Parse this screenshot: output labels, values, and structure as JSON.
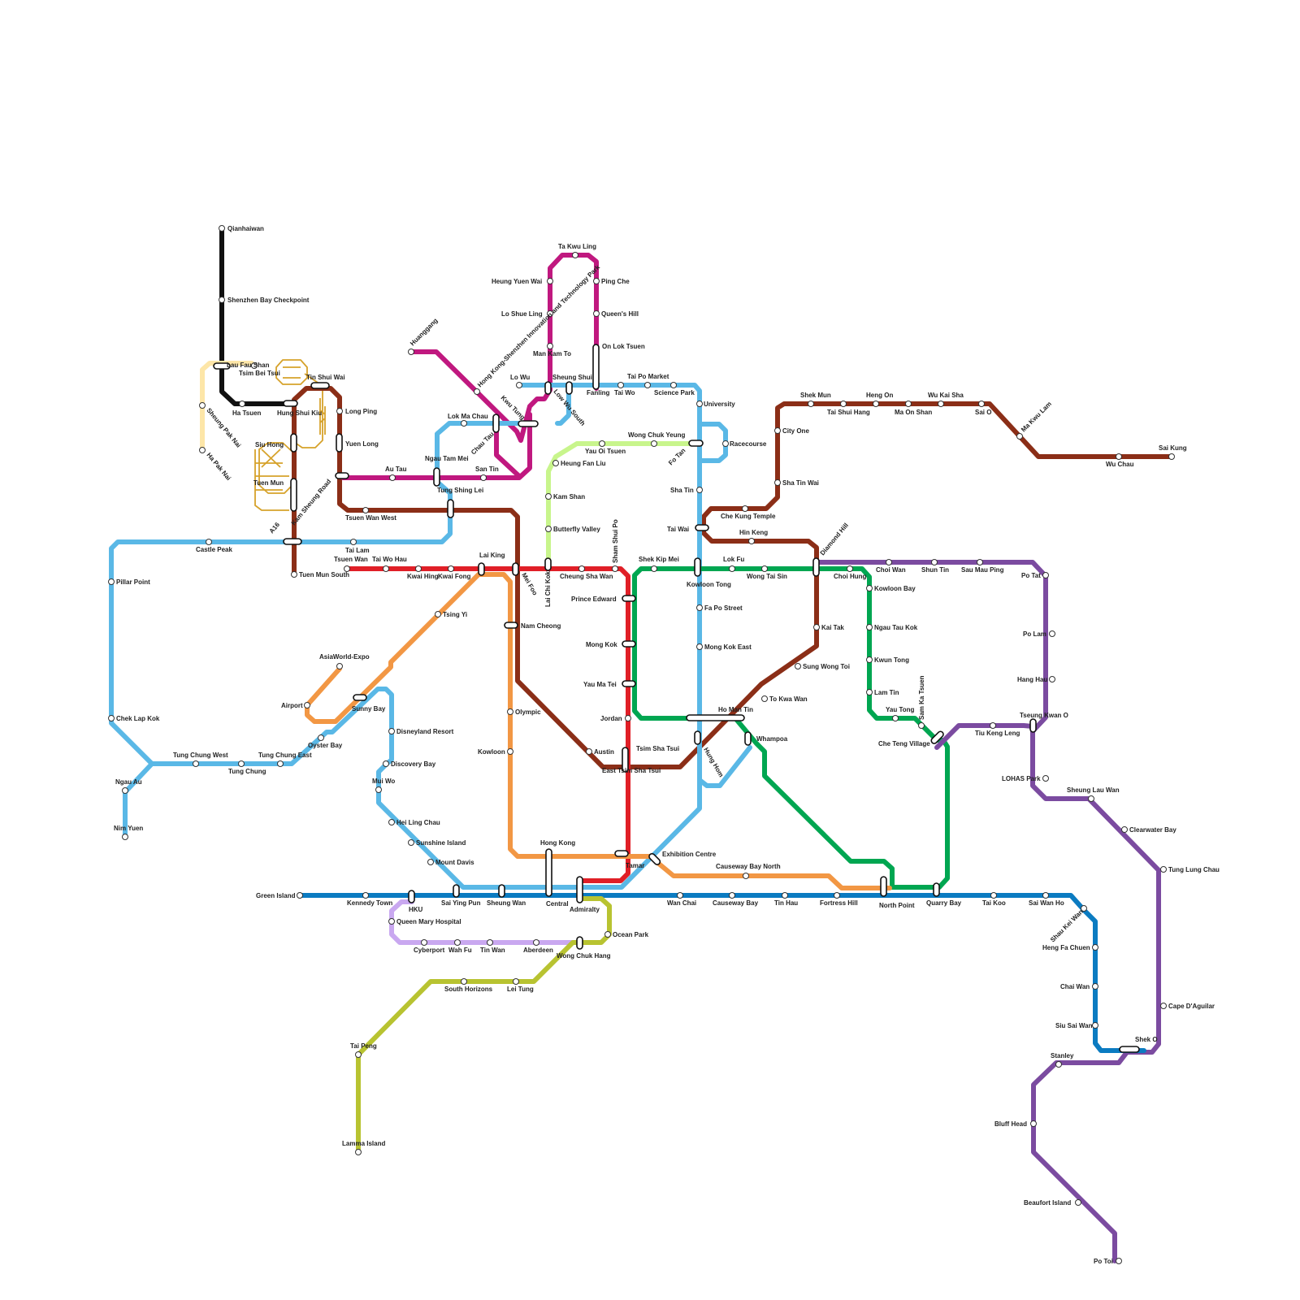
{
  "map_title": "",
  "line_colors": {
    "black_line": "#111111",
    "pale_yellow_line": "#fde6a8",
    "gold_line": "#d6a22b",
    "brown_line": "#8b2e17",
    "magenta_line": "#c0187f",
    "light_blue_line": "#5ab8e6",
    "light_green_line": "#c8f58c",
    "red_line": "#e01f27",
    "green_line": "#00a651",
    "orange_line": "#f29744",
    "purple_line": "#7b4ba0",
    "dark_blue_line": "#0b7bc1",
    "lavender_line": "#c9a8f0",
    "olive_line": "#b8c331"
  },
  "stations": {
    "qianhaiwan": "Qianhaiwan",
    "shenzhen_bay_checkpoint": "Shenzhen Bay Checkpoint",
    "lau_fau_shan": "Lau Fau Shan",
    "tsim_bei_tsui": "Tsim Bei Tsui",
    "ha_tsuen": "Ha Tsuen",
    "hung_shui_kiu": "Hung Shui Kiu",
    "tin_shui_wai": "Tin Shui Wai",
    "long_ping": "Long Ping",
    "yuen_long": "Yuen Long",
    "sheung_pak_nai": "Sheung Pak Nai",
    "ha_pak_nai": "Ha Pak Nai",
    "siu_hong": "Siu Hong",
    "tuen_mun": "Tuen Mun",
    "kam_sheung_road": "Kam Sheung Road",
    "a16": "A16",
    "tuen_mun_south": "Tuen Mun South",
    "huanggang": "Huanggang",
    "hk_sz_park": "Hong Kong-Shenzhen Innovation and Technology Park",
    "kwu_tung": "Kwu Tung",
    "chau_tau": "Chau Tau",
    "lok_ma_chau": "Lok Ma Chau",
    "ngau_tam_mei": "Ngau Tam Mei",
    "san_tin": "San Tin",
    "au_tau": "Au Tau",
    "tung_shing_lei": "Tung Shing Lei",
    "tsuen_wan_west": "Tsuen Wan West",
    "tai_lam": "Tai Lam",
    "castle_peak": "Castle Peak",
    "pillar_point": "Pillar Point",
    "chek_lap_kok": "Chek Lap Kok",
    "tsuen_wan": "Tsuen Wan",
    "tai_wo_hau": "Tai Wo Hau",
    "kwai_hing": "Kwai Hing",
    "kwai_fong": "Kwai Fong",
    "lai_king": "Lai King",
    "mei_foo": "Mei Foo",
    "lai_chi_kok": "Lai Chi Kok",
    "cheung_sha_wan": "Cheung Sha Wan",
    "sham_shui_po": "Sham Shui Po",
    "ta_kwu_ling": "Ta Kwu Ling",
    "heung_yuen_wai": "Heung Yuen Wai",
    "ping_che": "Ping Che",
    "lo_shue_ling": "Lo Shue Ling",
    "queens_hill": "Queen's Hill",
    "man_kam_to": "Man Kam To",
    "on_lok_tsuen": "On Lok Tsuen",
    "lo_wu": "Lo Wu",
    "sheung_shui": "Sheung Shui",
    "lok_wu_south": "Low Wu South",
    "fanling": "Fanling",
    "tai_wo": "Tai Wo",
    "tai_po_market": "Tai Po Market",
    "science_park": "Science Park",
    "university": "University",
    "racecourse": "Racecourse",
    "wong_chuk_yeung": "Wong Chuk Yeung",
    "yau_oi_tsuen": "Yau Oi Tsuen",
    "fo_tan": "Fo Tan",
    "heung_fan_liu": "Heung Fan Liu",
    "kam_shan": "Kam Shan",
    "butterfly_valley": "Butterfly Valley",
    "sha_tin": "Sha Tin",
    "tai_wai": "Tai Wai",
    "shek_mun": "Shek Mun",
    "tai_shui_hang": "Tai Shui Hang",
    "heng_on": "Heng On",
    "ma_on_shan": "Ma On Shan",
    "wu_kai_sha": "Wu Kai Sha",
    "sai_o": "Sai O",
    "ma_kwu_lam": "Ma Kwu Lam",
    "wu_chau": "Wu Chau",
    "sai_kung": "Sai Kung",
    "city_one": "City One",
    "sha_tin_wai": "Sha Tin Wai",
    "che_kung_temple": "Che Kung Temple",
    "hin_keng": "Hin Keng",
    "diamond_hill": "Diamond Hill",
    "shek_kip_mei": "Shek Kip Mei",
    "kowloon_tong": "Kowloon Tong",
    "lok_fu": "Lok Fu",
    "wong_tai_sin": "Wong Tai Sin",
    "choi_hung": "Choi Hung",
    "choi_wan": "Choi Wan",
    "shun_tin": "Shun Tin",
    "sau_mau_ping": "Sau Mau Ping",
    "po_tat": "Po Tat",
    "po_lam": "Po Lam",
    "hang_hau": "Hang Hau",
    "tseung_kwan_o": "Tseung Kwan O",
    "tiu_keng_leng": "Tiu Keng Leng",
    "lohas_park": "LOHAS Park",
    "sheung_lau_wan": "Sheung Lau Wan",
    "clearwater_bay": "Clearwater Bay",
    "tung_lung_chau": "Tung Lung Chau",
    "cape_daguilar": "Cape D'Aguilar",
    "shek_o": "Shek O",
    "stanley": "Stanley",
    "bluff_head": "Bluff Head",
    "beaufort_island": "Beaufort Island",
    "po_toi": "Po Toi",
    "kowloon_bay": "Kowloon Bay",
    "ngau_tau_kok": "Ngau Tau Kok",
    "kwun_tong": "Kwun Tong",
    "lam_tin": "Lam Tin",
    "yau_tong": "Yau Tong",
    "sam_ka_tsuen": "Sam Ka Tsuen",
    "che_teng_village": "Che Teng Village",
    "kai_tak": "Kai Tak",
    "sung_wong_toi": "Sung Wong Toi",
    "to_kwa_wan": "To Kwa Wan",
    "ho_man_tin": "Ho Man Tin",
    "whampoa": "Whampoa",
    "hung_hom": "Hung Hom",
    "fa_po_street": "Fa Po Street",
    "mong_kok_east": "Mong Kok East",
    "prince_edward": "Prince Edward",
    "mong_kok": "Mong Kok",
    "yau_ma_tei": "Yau Ma Tei",
    "jordan": "Jordan",
    "tsim_sha_tsui": "Tsim Sha Tsui",
    "east_tsim_sha_tsui": "East Tsim Sha Tsui",
    "austin": "Austin",
    "nam_cheong": "Nam Cheong",
    "olympic": "Olympic",
    "kowloon": "Kowloon",
    "tsing_yi": "Tsing Yi",
    "asiaworld_expo": "AsiaWorld-Expo",
    "airport": "Airport",
    "sunny_bay": "Sunny Bay",
    "disneyland_resort": "Disneyland Resort",
    "oyster_bay": "Oyster Bay",
    "discovery_bay": "Discovery Bay",
    "mui_wo": "Mui Wo",
    "hei_ling_chau": "Hei Ling Chau",
    "sunshine_island": "Sunshine Island",
    "mount_davis": "Mount Davis",
    "tung_chung_west": "Tung Chung West",
    "tung_chung": "Tung Chung",
    "tung_chung_east": "Tung Chung East",
    "ngau_au": "Ngau Au",
    "nim_yuen": "Nim Yuen",
    "green_island": "Green Island",
    "kennedy_town": "Kennedy Town",
    "hku": "HKU",
    "sai_ying_pun": "Sai Ying Pun",
    "sheung_wan": "Sheung Wan",
    "hong_kong": "Hong Kong",
    "central": "Central",
    "admiralty": "Admiralty",
    "tamar": "Tamar",
    "exhibition_centre": "Exhibition Centre",
    "causeway_bay_north": "Causeway Bay North",
    "wan_chai": "Wan Chai",
    "causeway_bay": "Causeway Bay",
    "tin_hau": "Tin Hau",
    "fortress_hill": "Fortress Hill",
    "north_point": "North Point",
    "quarry_bay": "Quarry Bay",
    "tai_koo": "Tai Koo",
    "sai_wan_ho": "Sai Wan Ho",
    "shau_kei_wan": "Shau Kei Wan",
    "heng_fa_chuen": "Heng Fa Chuen",
    "chai_wan": "Chai Wan",
    "siu_sai_wan": "Siu Sai Wan",
    "queen_mary_hospital": "Queen Mary Hospital",
    "cyberport": "Cyberport",
    "wah_fu": "Wah Fu",
    "tin_wan": "Tin Wan",
    "aberdeen": "Aberdeen",
    "wong_chuk_hang": "Wong Chuk Hang",
    "ocean_park": "Ocean Park",
    "south_horizons": "South Horizons",
    "lei_tung": "Lei Tung",
    "tai_peng": "Tai Peng",
    "lamma_island": "Lamma Island"
  }
}
